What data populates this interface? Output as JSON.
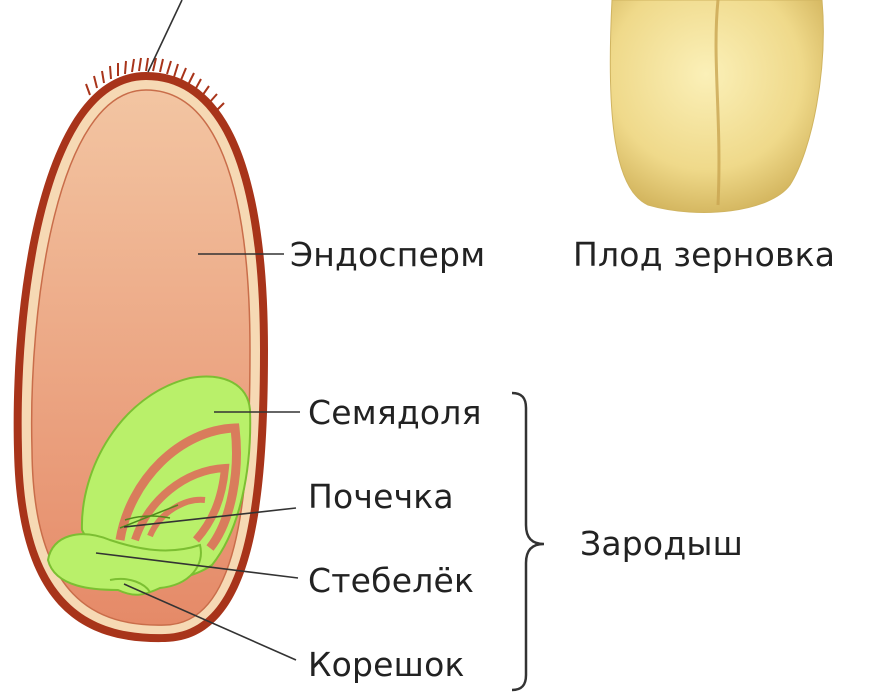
{
  "labels": {
    "endosperm": "Эндосперм",
    "fruit": "Плод зерновка",
    "cotyledon": "Семядоля",
    "bud": "Почечка",
    "stem": "Стебелёк",
    "root": "Корешок",
    "embryo": "Зародыш"
  },
  "colors": {
    "pericarp": "#a8341a",
    "seed_coat": "#f6d9b4",
    "endosperm_top": "#f2bd98",
    "endosperm_bottom": "#e58a68",
    "embryo_green": "#b9f06a",
    "embryo_outline": "#7cbf32",
    "grain_yellow": "#f3e29a",
    "leader_line": "#333333"
  },
  "icons": {
    "whole_grain": "wheat-grain-icon"
  }
}
